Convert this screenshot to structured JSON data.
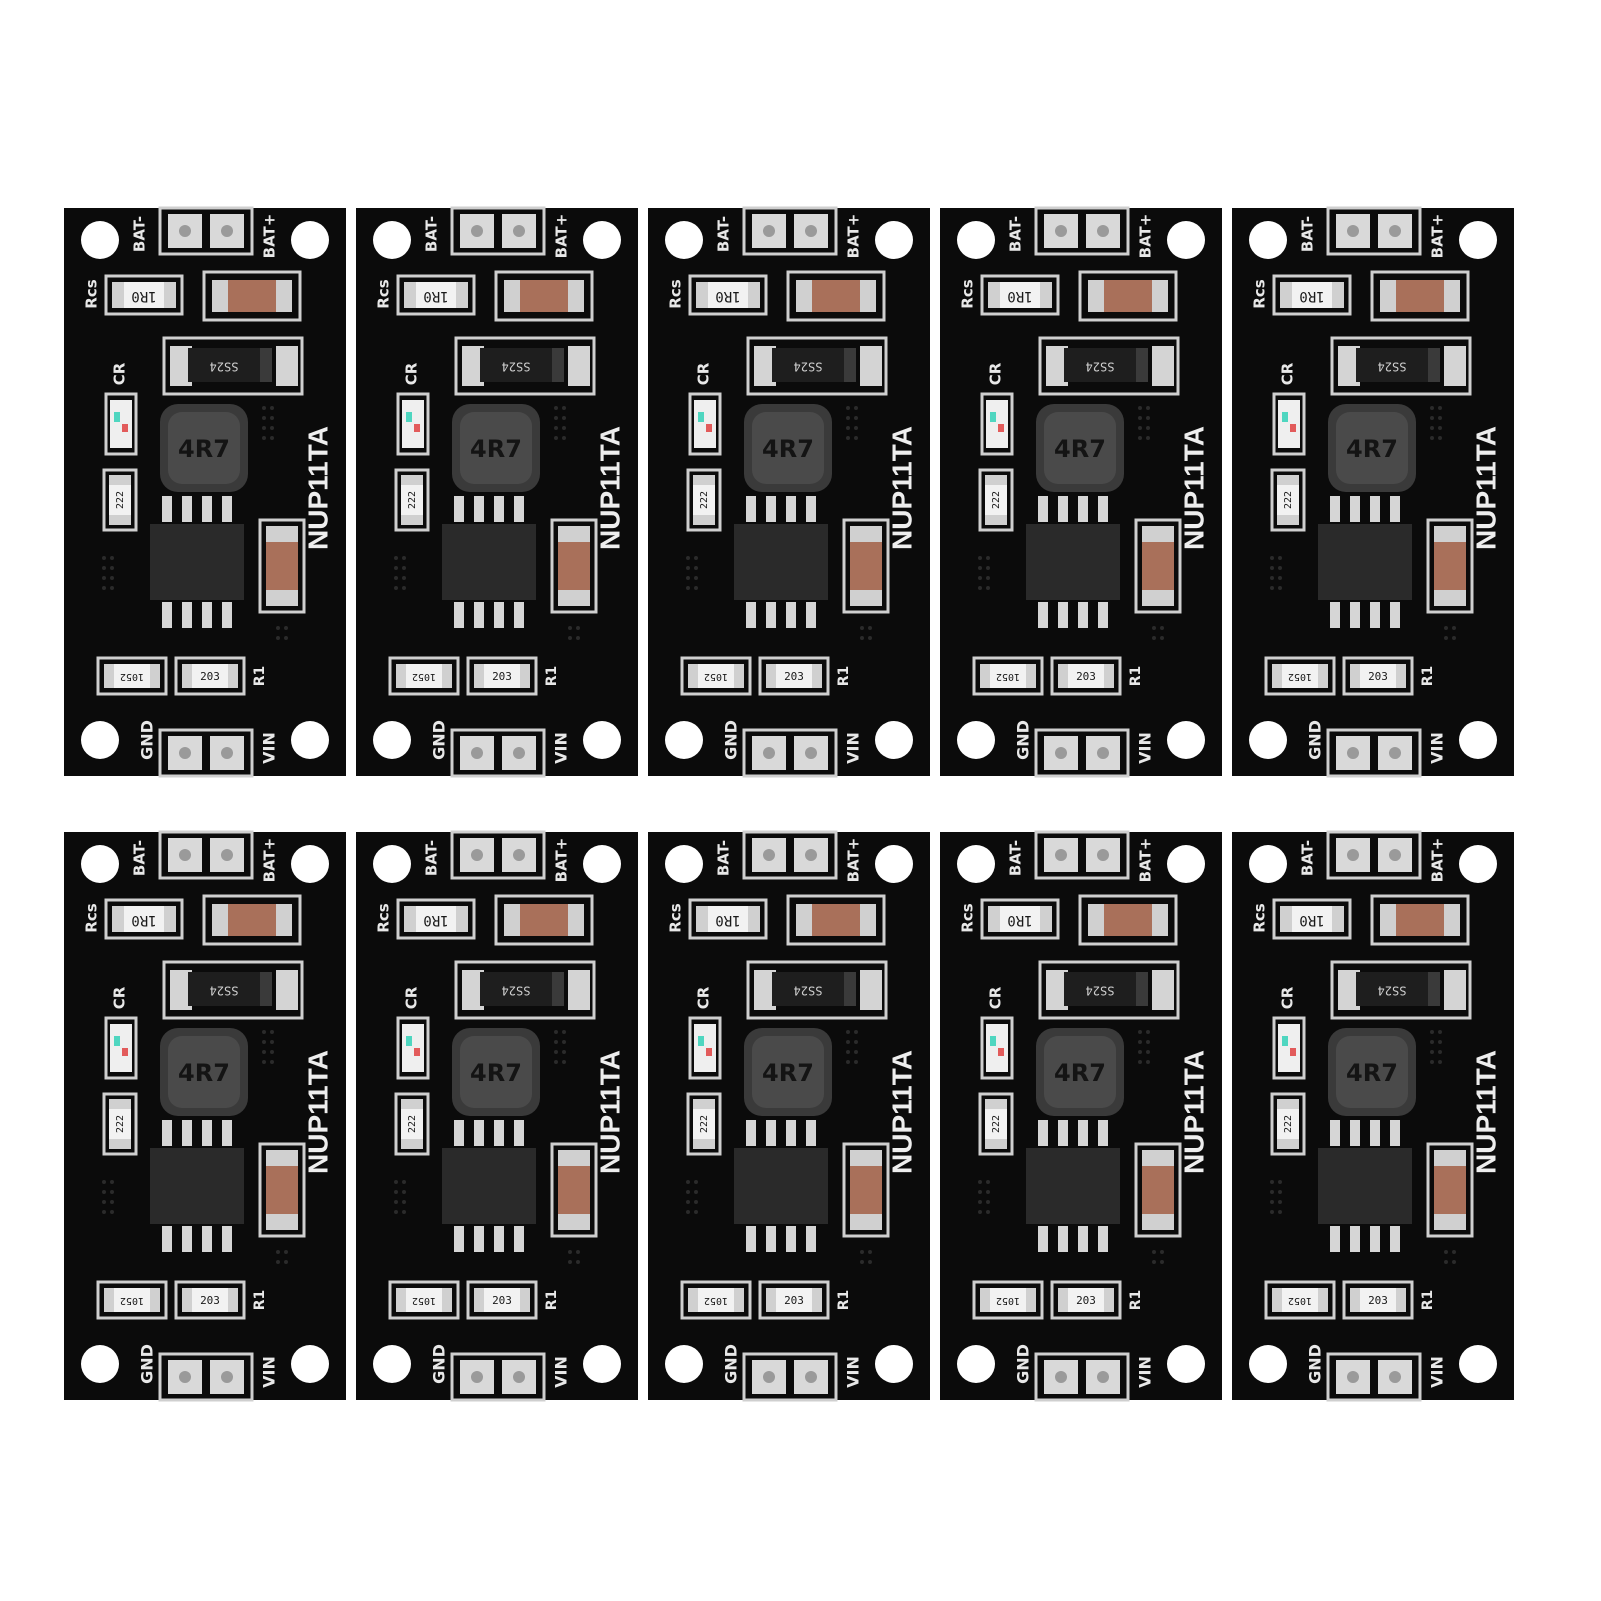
{
  "scene": {
    "background": "#ffffff",
    "rows": 2,
    "columns": 5
  },
  "colors": {
    "pcb": "#0b0b0b",
    "silkscreen": "#e8e8e8",
    "pad": "#d9d9d9",
    "mounting_hole": "#ffffff",
    "capacitor": "#a9705a",
    "ic_body": "#2a2a2a",
    "inductor": "#3a3a3a",
    "led": "#4fd6c0"
  },
  "board": {
    "model": "NUP11TA",
    "labels": {
      "bat_minus": "BAT-",
      "bat_plus": "BAT+",
      "gnd": "GND",
      "vin": "VIN",
      "rcs": "Rcs",
      "cr": "CR",
      "r1": "R1"
    },
    "components": {
      "sense_resistor": "1R0",
      "diode": "SS24",
      "inductor": "4R7",
      "resistor_222": "222",
      "resistor_1052": "1052",
      "resistor_203": "203"
    }
  },
  "boards": [
    {
      "id": "board-1"
    },
    {
      "id": "board-2"
    },
    {
      "id": "board-3"
    },
    {
      "id": "board-4"
    },
    {
      "id": "board-5"
    },
    {
      "id": "board-6"
    },
    {
      "id": "board-7"
    },
    {
      "id": "board-8"
    },
    {
      "id": "board-9"
    },
    {
      "id": "board-10"
    }
  ]
}
